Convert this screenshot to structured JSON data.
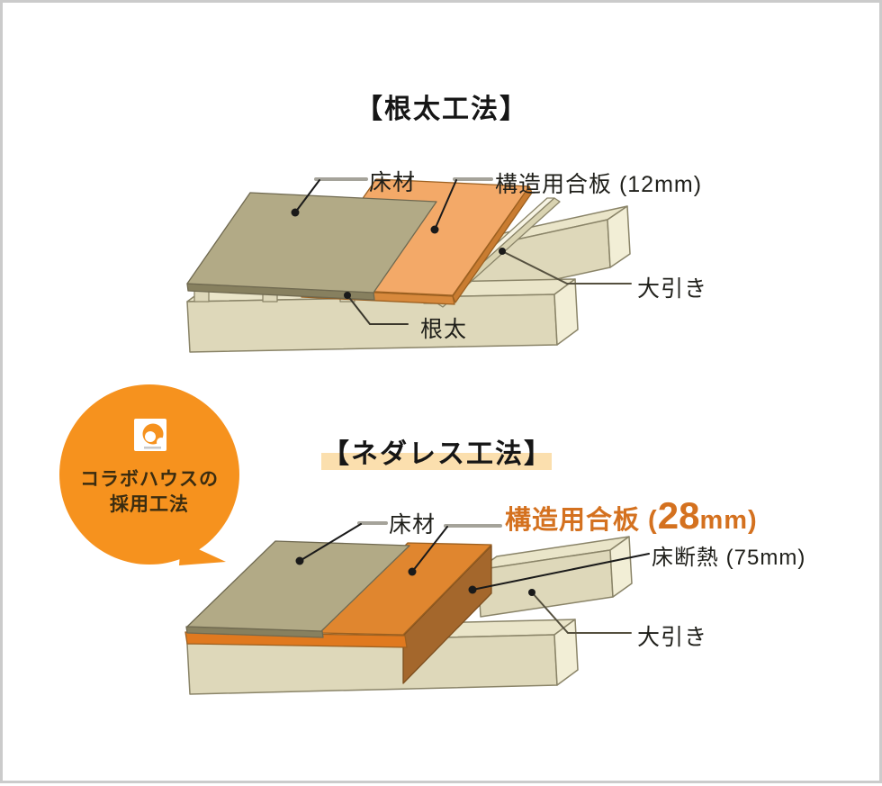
{
  "frame": {
    "background": "#ffffff",
    "border_color": "#cbcbcb"
  },
  "sections": {
    "joist_method": {
      "title": "【根太工法】",
      "labels": {
        "flooring": "床材",
        "plywood": "構造用合板 (12mm)",
        "girder": "大引き",
        "joist": "根太"
      }
    },
    "joistless_method": {
      "title": "【ネダレス工法】",
      "labels": {
        "flooring": "床材",
        "plywood_prefix": "構造用合板 (",
        "plywood_size": "28",
        "plywood_suffix": "mm)",
        "insulation": "床断熱 (75mm)",
        "girder": "大引き"
      }
    },
    "badge": {
      "line1": "コラボハウスの",
      "line2": "採用工法"
    }
  },
  "colors": {
    "accent_orange_text": "#d4711f",
    "badge_orange": "#f6921e",
    "title_highlight": "#fbdfae",
    "plywood_thin_top": "#f3a968",
    "plywood_thick_top": "#e0862f",
    "insulation_brown": "#a4672c",
    "flooring_olive": "#b2aa86",
    "wood_top": "#eae5c9",
    "wood_front": "#ded8ba",
    "wood_end": "#f2eed6"
  }
}
